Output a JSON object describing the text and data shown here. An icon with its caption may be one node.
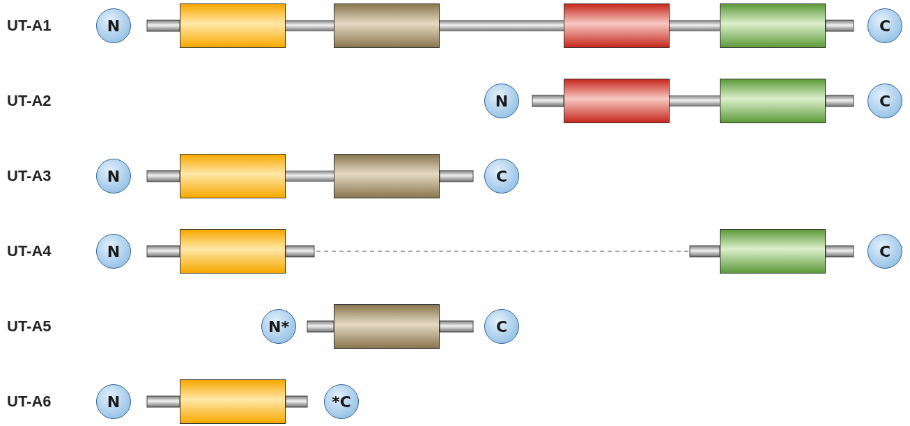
{
  "diagram": {
    "nodes": [
      {
        "text": [
          "N"
        ]
      },
      {
        "text": [],
        "shape": "box"
      },
      {
        "text": [],
        "shape": "box"
      },
      {
        "text": [],
        "shape": "box"
      },
      {
        "text": [],
        "shape": "box"
      },
      {
        "text": [
          "C"
        ]
      },
      {
        "text": [
          "N"
        ]
      },
      {
        "text": [],
        "shape": "box"
      },
      {
        "text": [],
        "shape": "box"
      },
      {
        "text": [
          "C"
        ]
      },
      {
        "text": [
          "N"
        ]
      },
      {
        "text": [],
        "shape": "box"
      },
      {
        "text": [],
        "shape": "box"
      },
      {
        "text": [
          "C"
        ]
      },
      {
        "text": [
          "N"
        ]
      },
      {
        "text": [],
        "shape": "box"
      },
      {
        "text": [],
        "shape": "box"
      },
      {
        "text": [
          "C"
        ]
      },
      {
        "text": [
          "N*"
        ]
      },
      {
        "text": [],
        "shape": "box"
      },
      {
        "text": [
          "C"
        ]
      },
      {
        "text": [
          "N"
        ]
      },
      {
        "text": [],
        "shape": "box"
      },
      {
        "text": [
          "*C"
        ]
      }
    ],
    "edges": [
      {
        "from": 1,
        "to": 2,
        "arrow": "none"
      },
      {
        "from": 2,
        "to": 3,
        "arrow": "none"
      },
      {
        "from": 3,
        "to": 4,
        "arrow": "none"
      },
      {
        "from": 7,
        "to": 8,
        "arrow": "none"
      },
      {
        "from": 11,
        "to": 12,
        "arrow": "none"
      },
      {
        "from": 15,
        "to": 16,
        "arrow": "none",
        "style": "dashed"
      }
    ],
    "labels": [
      "UT-A1",
      "UT-A2",
      "UT-A3",
      "UT-A4",
      "UT-A5",
      "UT-A6"
    ]
  }
}
